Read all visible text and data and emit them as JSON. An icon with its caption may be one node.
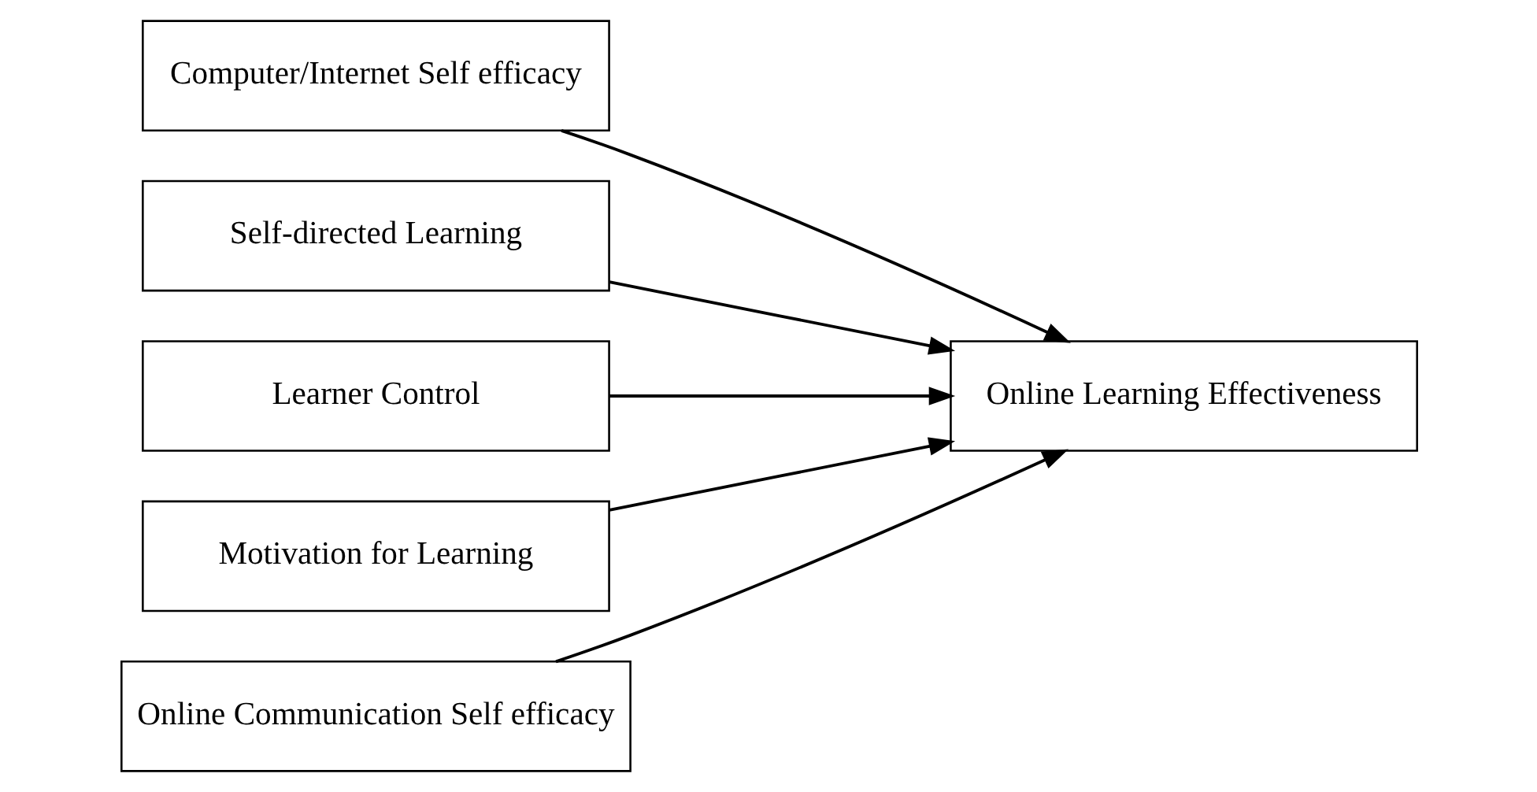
{
  "diagram": {
    "nodes": [
      {
        "text": [
          "Computer/Internet Self efficacy"
        ]
      },
      {
        "text": [
          "Self-directed Learning"
        ]
      },
      {
        "text": [
          "Learner Control"
        ]
      },
      {
        "text": [
          "Motivation for Learning"
        ]
      },
      {
        "text": [
          "Online Communication Self efficacy"
        ]
      },
      {
        "text": [
          "Online Learning Effectiveness"
        ]
      }
    ],
    "edges": [
      {
        "from": 0,
        "to": 5,
        "arrow": "to"
      },
      {
        "from": 1,
        "to": 5,
        "arrow": "to"
      },
      {
        "from": 2,
        "to": 5,
        "arrow": "to"
      },
      {
        "from": 3,
        "to": 5,
        "arrow": "to"
      },
      {
        "from": 4,
        "to": 5,
        "arrow": "to"
      }
    ]
  }
}
